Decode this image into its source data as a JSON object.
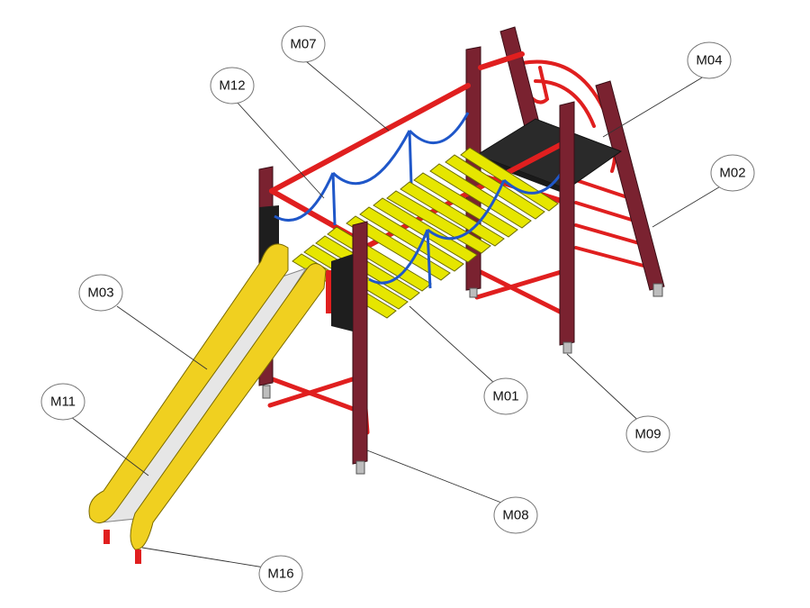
{
  "title": "",
  "colors": {
    "post": "#7a2230",
    "rail": "#e01f1f",
    "plank": "#e6e600",
    "rope": "#1f57c9",
    "slide": "#f0d020",
    "slide_bed": "#e6e6e6",
    "platform": "#2a2a2a"
  },
  "callouts": [
    {
      "id": "M07",
      "label": "M07"
    },
    {
      "id": "M12",
      "label": "M12"
    },
    {
      "id": "M04",
      "label": "M04"
    },
    {
      "id": "M02",
      "label": "M02"
    },
    {
      "id": "M03",
      "label": "M03"
    },
    {
      "id": "M01",
      "label": "M01"
    },
    {
      "id": "M09",
      "label": "M09"
    },
    {
      "id": "M11",
      "label": "M11"
    },
    {
      "id": "M08",
      "label": "M08"
    },
    {
      "id": "M16",
      "label": "M16"
    }
  ]
}
